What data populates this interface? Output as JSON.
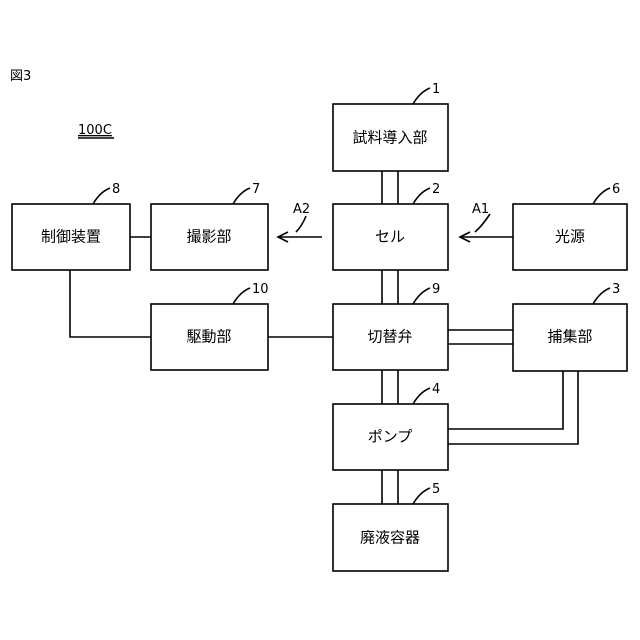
{
  "figure_label": "図3",
  "system_ref": "100C",
  "blocks": {
    "sample_intro": {
      "label": "試料導入部",
      "num": "1"
    },
    "cell": {
      "label": "セル",
      "num": "2"
    },
    "collector": {
      "label": "捕集部",
      "num": "3"
    },
    "pump": {
      "label": "ポンプ",
      "num": "4"
    },
    "waste": {
      "label": "廃液容器",
      "num": "5"
    },
    "light_source": {
      "label": "光源",
      "num": "6"
    },
    "imaging": {
      "label": "撮影部",
      "num": "7"
    },
    "controller": {
      "label": "制御装置",
      "num": "8"
    },
    "switch_valve": {
      "label": "切替弁",
      "num": "9"
    },
    "drive": {
      "label": "駆動部",
      "num": "10"
    }
  },
  "arrows": {
    "a1": "A1",
    "a2": "A2"
  }
}
